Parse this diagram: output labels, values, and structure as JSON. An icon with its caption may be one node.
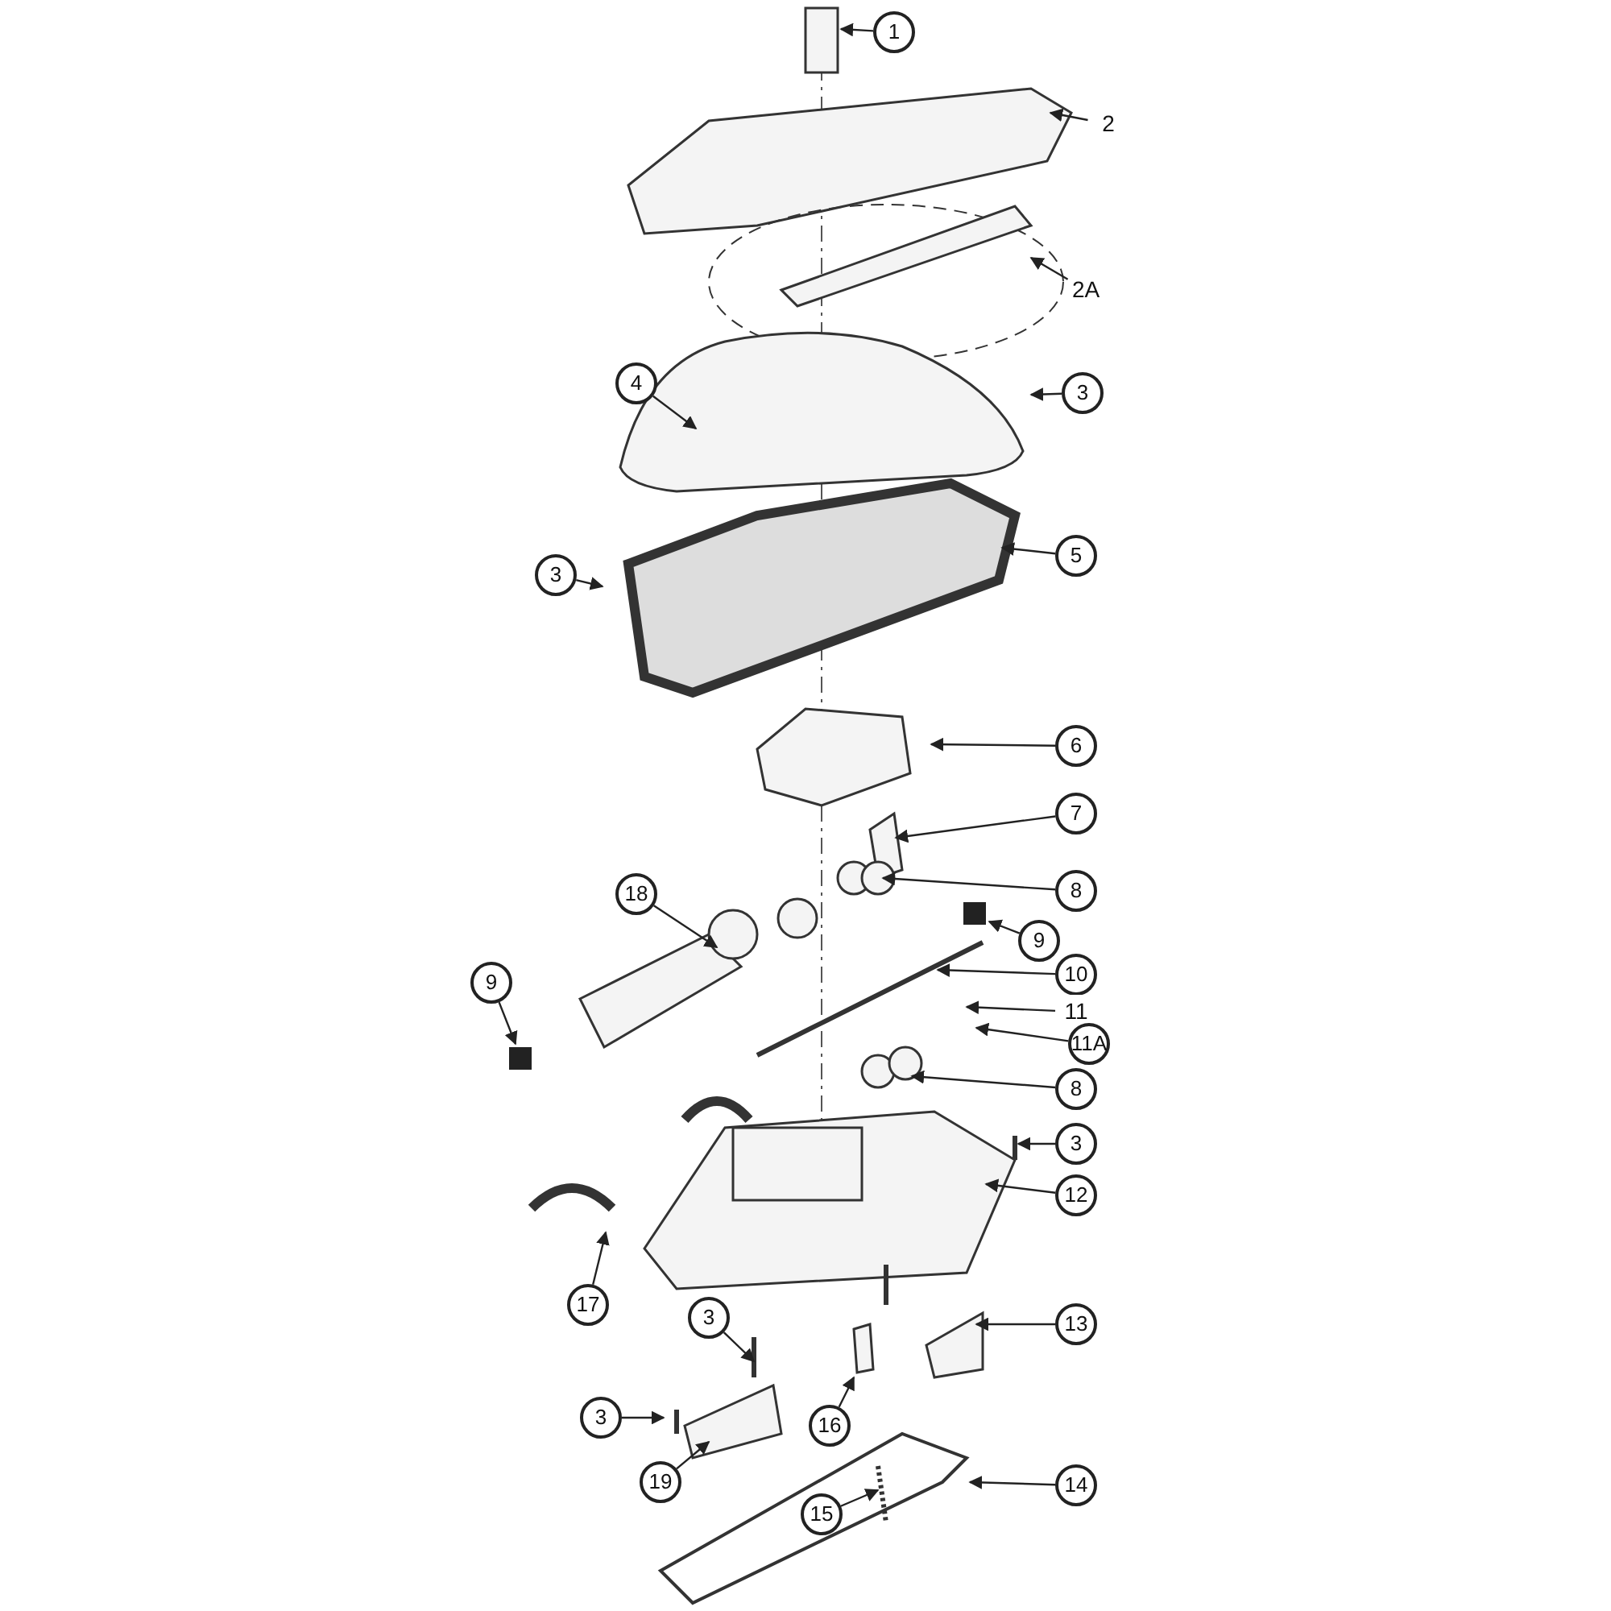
{
  "diagram": {
    "nodes": [
      {
        "text": [
          "1"
        ]
      },
      {
        "text": [
          "2"
        ]
      },
      {
        "text": [
          "2A"
        ]
      },
      {
        "text": [
          "4"
        ]
      },
      {
        "text": [
          "3"
        ]
      },
      {
        "text": [
          "3"
        ]
      },
      {
        "text": [
          "5"
        ]
      },
      {
        "text": [
          "6"
        ]
      },
      {
        "text": [
          "7"
        ]
      },
      {
        "text": [
          "18"
        ]
      },
      {
        "text": [
          "8"
        ]
      },
      {
        "text": [
          "9"
        ]
      },
      {
        "text": [
          "10"
        ]
      },
      {
        "text": [
          "9"
        ]
      },
      {
        "text": [
          "11"
        ]
      },
      {
        "text": [
          "11A"
        ]
      },
      {
        "text": [
          "8"
        ]
      },
      {
        "text": [
          "3"
        ]
      },
      {
        "text": [
          "12"
        ]
      },
      {
        "text": [
          "17"
        ]
      },
      {
        "text": [
          "13"
        ]
      },
      {
        "text": [
          "3"
        ]
      },
      {
        "text": [
          "3"
        ]
      },
      {
        "text": [
          "16"
        ]
      },
      {
        "text": [
          "19"
        ]
      },
      {
        "text": [
          "14"
        ]
      },
      {
        "text": [
          "15"
        ]
      }
    ],
    "edges": [
      {
        "from": 0,
        "to": null,
        "arrow": "to"
      },
      {
        "from": 1,
        "to": null,
        "arrow": "to"
      },
      {
        "from": 2,
        "to": null,
        "arrow": "to"
      },
      {
        "from": 3,
        "to": null,
        "arrow": "to"
      },
      {
        "from": 4,
        "to": null,
        "arrow": "to"
      },
      {
        "from": 5,
        "to": null,
        "arrow": "to"
      },
      {
        "from": 6,
        "to": null,
        "arrow": "to"
      },
      {
        "from": 7,
        "to": null,
        "arrow": "to"
      },
      {
        "from": 8,
        "to": null,
        "arrow": "to"
      },
      {
        "from": 9,
        "to": null,
        "arrow": "to"
      },
      {
        "from": 10,
        "to": null,
        "arrow": "to"
      },
      {
        "from": 11,
        "to": null,
        "arrow": "to"
      },
      {
        "from": 12,
        "to": null,
        "arrow": "to"
      },
      {
        "from": 13,
        "to": null,
        "arrow": "to"
      },
      {
        "from": 14,
        "to": null,
        "arrow": "to"
      },
      {
        "from": 15,
        "to": null,
        "arrow": "to"
      },
      {
        "from": 16,
        "to": null,
        "arrow": "to"
      },
      {
        "from": 17,
        "to": null,
        "arrow": "to"
      },
      {
        "from": 18,
        "to": null,
        "arrow": "to"
      },
      {
        "from": 19,
        "to": null,
        "arrow": "to"
      },
      {
        "from": 20,
        "to": null,
        "arrow": "to"
      },
      {
        "from": 21,
        "to": null,
        "arrow": "to"
      },
      {
        "from": 22,
        "to": null,
        "arrow": "to"
      },
      {
        "from": 23,
        "to": null,
        "arrow": "to"
      },
      {
        "from": 24,
        "to": null,
        "arrow": "to"
      },
      {
        "from": 25,
        "to": null,
        "arrow": "to"
      },
      {
        "from": 26,
        "to": null,
        "arrow": "to"
      }
    ]
  }
}
